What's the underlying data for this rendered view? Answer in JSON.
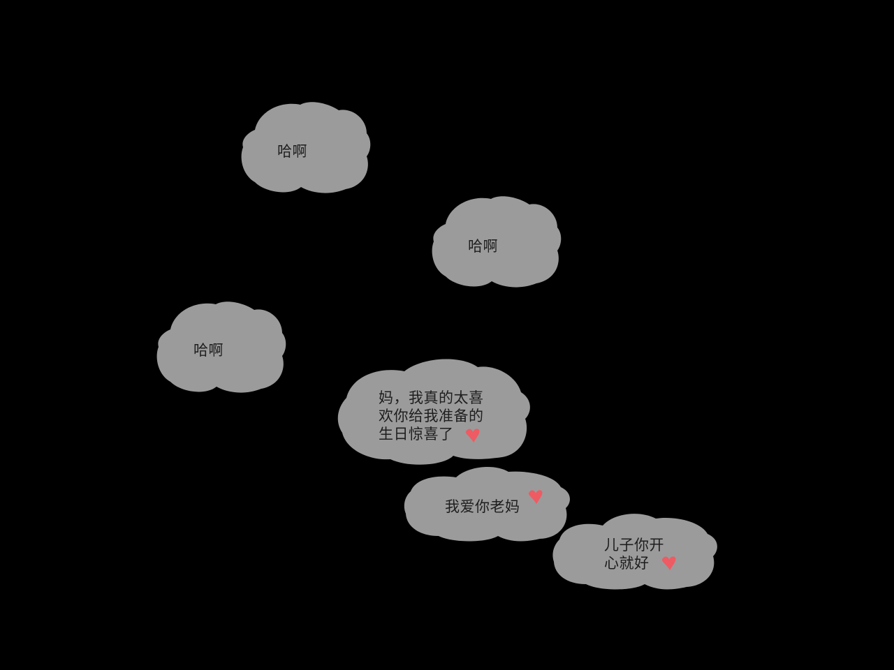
{
  "colors": {
    "background": "#000000",
    "bubble_fill": "#9b9b9b",
    "text": "#1e1e1e",
    "heart": "#ee5b63"
  },
  "bubbles": [
    {
      "lines": [
        "哈啊"
      ]
    },
    {
      "lines": [
        "哈啊"
      ]
    },
    {
      "lines": [
        "哈啊"
      ]
    },
    {
      "lines": [
        "妈，我真的太喜",
        "欢你给我准备的",
        "生日惊喜了"
      ],
      "icon": "heart-icon"
    },
    {
      "lines": [
        "我爱你老妈"
      ],
      "icon": "heart-icon"
    },
    {
      "lines": [
        "儿子你开",
        "心就好"
      ],
      "icon": "heart-icon"
    }
  ]
}
